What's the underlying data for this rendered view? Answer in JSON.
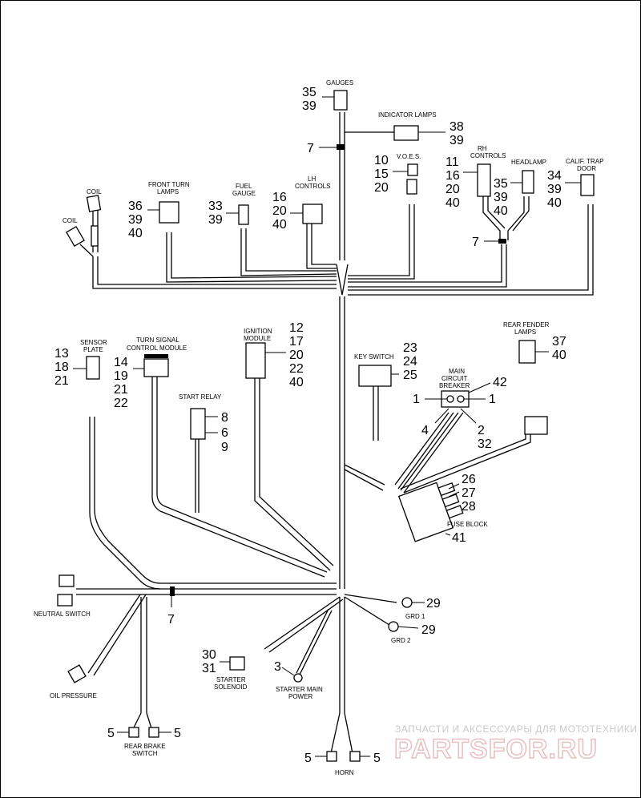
{
  "labels": {
    "gauges": "GAUGES",
    "indicator_lamps": "INDICATOR LAMPS",
    "voes": "V.O.E.S.",
    "rh_controls_1": "RH",
    "rh_controls_2": "CONTROLS",
    "headlamp": "HEADLAMP",
    "calif_1": "CALIF. TRAP",
    "calif_2": "DOOR",
    "coil": "COIL",
    "front_turn_1": "FRONT TURN",
    "front_turn_2": "LAMPS",
    "fuel_gauge_1": "FUEL",
    "fuel_gauge_2": "GAUGE",
    "lh_controls_1": "LH",
    "lh_controls_2": "CONTROLS",
    "sensor_plate_1": "SENSOR",
    "sensor_plate_2": "PLATE",
    "turn_signal_1": "TURN SIGNAL",
    "turn_signal_2": "CONTROL MODULE",
    "ignition_1": "IGNITION",
    "ignition_2": "MODULE",
    "start_relay": "START RELAY",
    "key_switch": "KEY SWITCH",
    "main_cb_1": "MAIN",
    "main_cb_2": "CIRCUIT",
    "main_cb_3": "BREAKER",
    "rear_fender_1": "REAR FENDER",
    "rear_fender_2": "LAMPS",
    "fuse_block": "FUSE BLOCK",
    "neutral_switch": "NEUTRAL SWITCH",
    "oil_pressure": "OIL PRESSURE",
    "starter_solenoid_1": "STARTER",
    "starter_solenoid_2": "SOLENOID",
    "starter_main_1": "STARTER MAIN",
    "starter_main_2": "POWER",
    "grd1": "GRD 1",
    "grd2": "GRD 2",
    "rear_brake_1": "REAR BRAKE",
    "rear_brake_2": "SWITCH",
    "horn": "HORN"
  },
  "callouts": {
    "gauges": [
      "35",
      "39"
    ],
    "indicator_lamps": [
      "38",
      "39"
    ],
    "clip_top": "7",
    "voes": [
      "10",
      "15",
      "20"
    ],
    "rh_controls": [
      "11",
      "16",
      "20",
      "40"
    ],
    "headlamp": [
      "35",
      "39",
      "40"
    ],
    "calif": [
      "34",
      "39",
      "40"
    ],
    "front_turn": [
      "36",
      "39",
      "40"
    ],
    "fuel_gauge": [
      "33",
      "39"
    ],
    "lh_controls": [
      "16",
      "20",
      "40"
    ],
    "clip_rh": "7",
    "sensor_plate": [
      "13",
      "18",
      "21"
    ],
    "turn_signal": [
      "14",
      "19",
      "21",
      "22"
    ],
    "ignition": [
      "12",
      "17",
      "20",
      "22",
      "40"
    ],
    "start_relay": [
      "8",
      "6",
      "9"
    ],
    "key_switch": [
      "23",
      "24",
      "25"
    ],
    "main_cb_top": "42",
    "cb_left": "1",
    "cb_right": "1",
    "cb_4": "4",
    "cb_2": "2",
    "cb_32": "32",
    "rear_fender": [
      "37",
      "40"
    ],
    "fuse_block": [
      "26",
      "27",
      "28"
    ],
    "fuse_block_41": "41",
    "clip_mid": "7",
    "grd1": "29",
    "grd2": "29",
    "solenoid": [
      "30",
      "31"
    ],
    "starter_main": "3",
    "brake_left": "5",
    "brake_right": "5",
    "horn_left": "5",
    "horn_right": "5"
  },
  "watermark": {
    "line1": "ЗАПЧАСТИ И АКСЕССУАРЫ ДЛЯ МОТОТЕХНИКИ",
    "line2": "PARTSFOR.RU",
    "color": "#e8c0c0"
  }
}
